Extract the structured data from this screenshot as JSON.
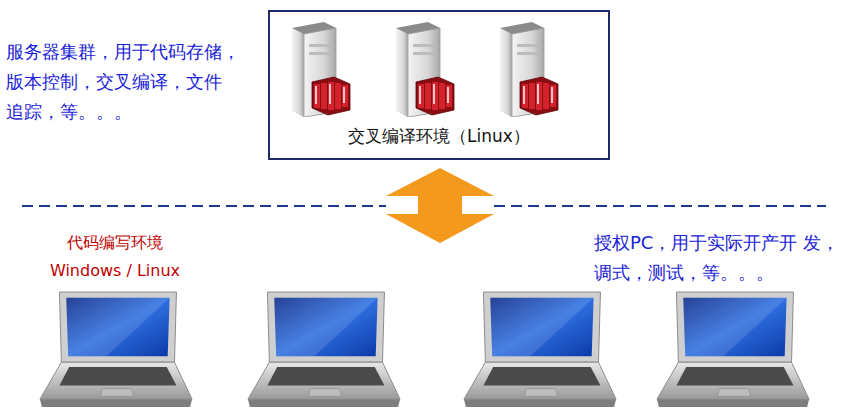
{
  "diagram": {
    "nodes": [
      {
        "text": [
          "交叉编译环境（Linux）"
        ]
      }
    ],
    "labels": [
      "服务器集群，用于代码存储， 版本控制，交叉编译，文件 追踪，等。。。",
      "代码编写环境",
      "Windows / Linux",
      "授权PC，用于实际开产开 发，调式，测试，等。。。"
    ]
  }
}
